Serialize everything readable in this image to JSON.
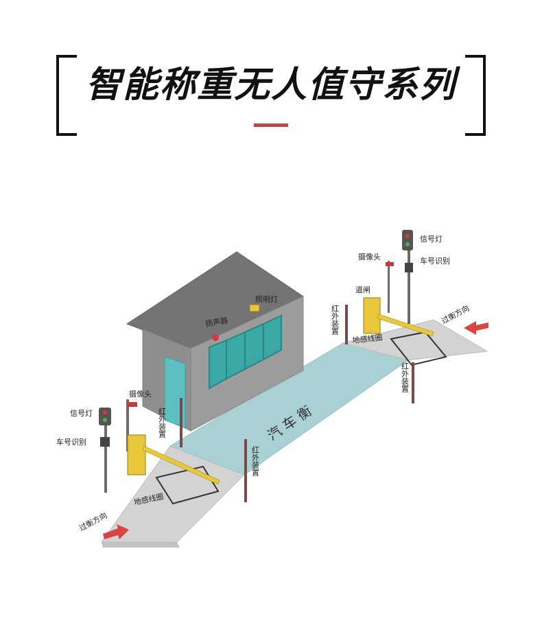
{
  "header": {
    "title": "智能称重无人值守系列",
    "accent_color": "#b9484a"
  },
  "diagram": {
    "labels": {
      "truck_scale": "汽车衡",
      "speaker": "扬声器",
      "lighting": "照明灯",
      "camera_left": "摄像头",
      "camera_right": "摄像头",
      "signal_light_left": "信号灯",
      "signal_light_right": "信号灯",
      "plate_recognition_left": "车号识别",
      "plate_recognition_right": "车号识别",
      "infrared_1": "红外装置",
      "infrared_2": "红外装置",
      "infrared_3": "红外装置",
      "infrared_4": "红外装置",
      "gate_right": "道闸",
      "loop_left": "地感线圈",
      "loop_right": "地感线圈",
      "direction_left": "过衡方向",
      "direction_right": "过衡方向"
    },
    "colors": {
      "platform": "#a9d0d3",
      "ramp": "#d0d0d0",
      "booth_wall": "#9a9a9a",
      "booth_roof": "#737373",
      "door": "#5cc0c2",
      "window": "#3aa8a5",
      "barrier_box": "#e8c83a",
      "arrow": "#d94545",
      "pole": "#6b6b6b"
    }
  }
}
